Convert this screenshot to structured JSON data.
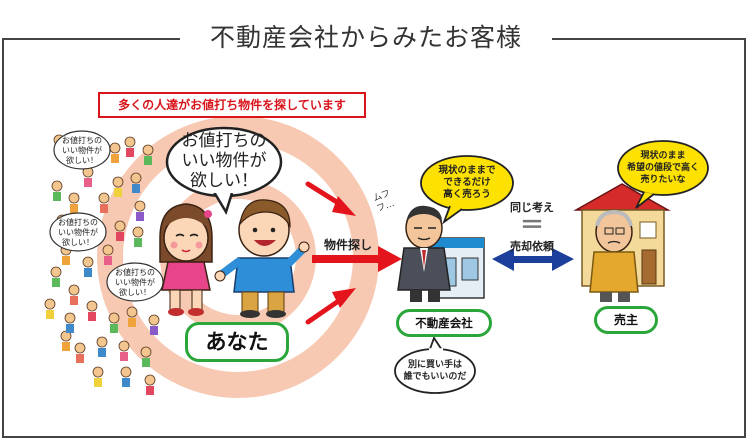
{
  "title": "不動産会社からみたお客様",
  "banner": "多くの人達がお値打ち物件を探しています",
  "crowd_bubbles": [
    "お値打ちの\nいい物件が\n欲しい！",
    "お値打ちの\nいい物件が\n欲しい！",
    "お値打ちの\nいい物件が\n欲しい！"
  ],
  "you_bubble": "お値打ちの\nいい物件が\n欲しい！",
  "you_label": "あなた",
  "search_arrow_label": "物件探し",
  "agent_thought": "現状のままで\nできるだけ\n高く売ろう",
  "agent_murmur": "ムフフ…",
  "agent_label": "不動産会社",
  "agent_footer_bubble": "別に買い手は\n誰でもいいのだ",
  "same_thinking_label": "同じ考え",
  "equals_sign": "＝",
  "sale_request_label": "売却依頼",
  "seller_thought": "現状のまま\n希望の値段で高く\n売りたいな",
  "seller_label": "売主",
  "colors": {
    "red": "#e3141c",
    "ring": "#f7c9b2",
    "green": "#2aa63a",
    "yellow": "#fde100",
    "blue": "#1d3f9c"
  }
}
